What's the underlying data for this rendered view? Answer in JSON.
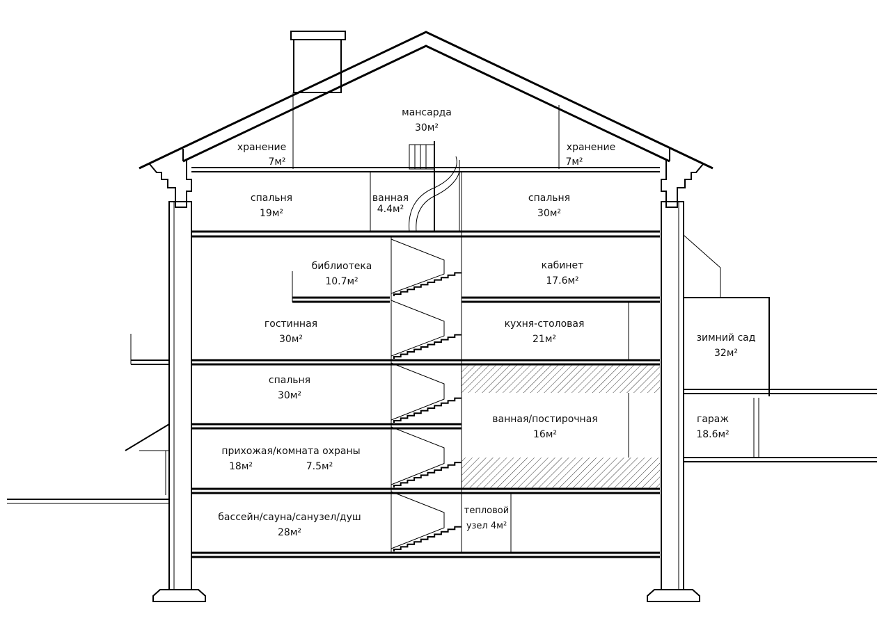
{
  "drawing": {
    "attic": {
      "name": "мансарда",
      "area": "30м²"
    },
    "storage_left": {
      "name": "хранение",
      "area": "7м²"
    },
    "storage_right": {
      "name": "хранение",
      "area": "7м²"
    },
    "bedroom_top_left": {
      "name": "спальня",
      "area": "19м²"
    },
    "bath_top": {
      "name": "ванная",
      "area": "4.4м²"
    },
    "bedroom_top_right": {
      "name": "спальня",
      "area": "30м²"
    },
    "library": {
      "name": "библиотека",
      "area": "10.7м²"
    },
    "study": {
      "name": "кабинет",
      "area": "17.6м²"
    },
    "living": {
      "name": "гостинная",
      "area": "30м²"
    },
    "kitchen": {
      "name": "кухня-столовая",
      "area": "21м²"
    },
    "winter_garden": {
      "name": "зимний сад",
      "area": "32м²"
    },
    "bedroom_mid": {
      "name": "спальня",
      "area": "30м²"
    },
    "laundry": {
      "name": "ванная/постирочная",
      "area": "16м²"
    },
    "garage": {
      "name": "гараж",
      "area": "18.6м²"
    },
    "hall": {
      "name": "прихожая/комната охраны",
      "area1": "18м²",
      "area2": "7.5м²"
    },
    "pool": {
      "name": "бассейн/сауна/санузел/душ",
      "area": "28м²"
    },
    "heat": {
      "name1": "тепловой",
      "name2": "узел 4м²"
    }
  }
}
